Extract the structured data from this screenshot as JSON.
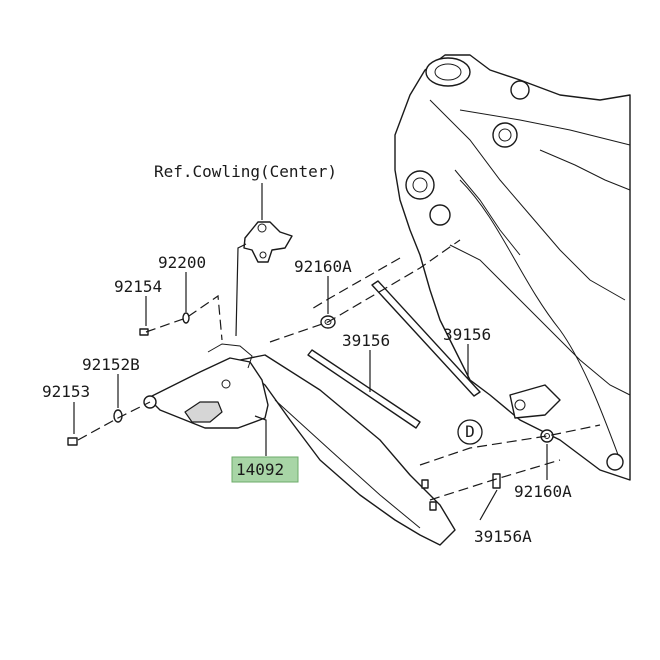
{
  "labels": {
    "ref_cowling": "Ref.Cowling(Center)",
    "part_92200": "92200",
    "part_92154": "92154",
    "part_92160A_top": "92160A",
    "part_39156_a": "39156",
    "part_39156_b": "39156",
    "part_92152B": "92152B",
    "part_92153": "92153",
    "part_14092": "14092",
    "callout_D": "D",
    "part_92160A_bottom": "92160A",
    "part_39156A": "39156A"
  },
  "colors": {
    "highlight_fill": "#a8d5a6",
    "line": "#1a1a1a",
    "shade": "#d6d6d6"
  }
}
